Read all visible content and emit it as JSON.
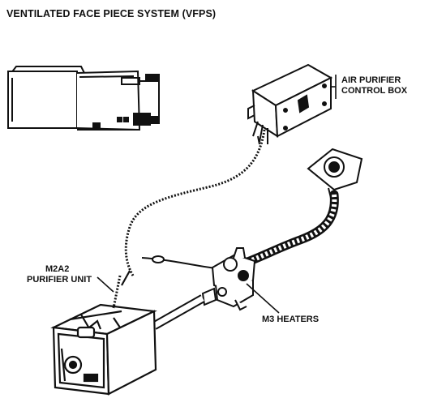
{
  "title": "VENTILATED FACE PIECE SYSTEM (VFPS)",
  "labels": {
    "air_purifier_control_box": [
      "AIR PURIFIER",
      "CONTROL BOX"
    ],
    "m2a2_purifier_unit": [
      "M2A2",
      "PURIFIER  UNIT"
    ],
    "m3_heaters": "M3 HEATERS"
  }
}
